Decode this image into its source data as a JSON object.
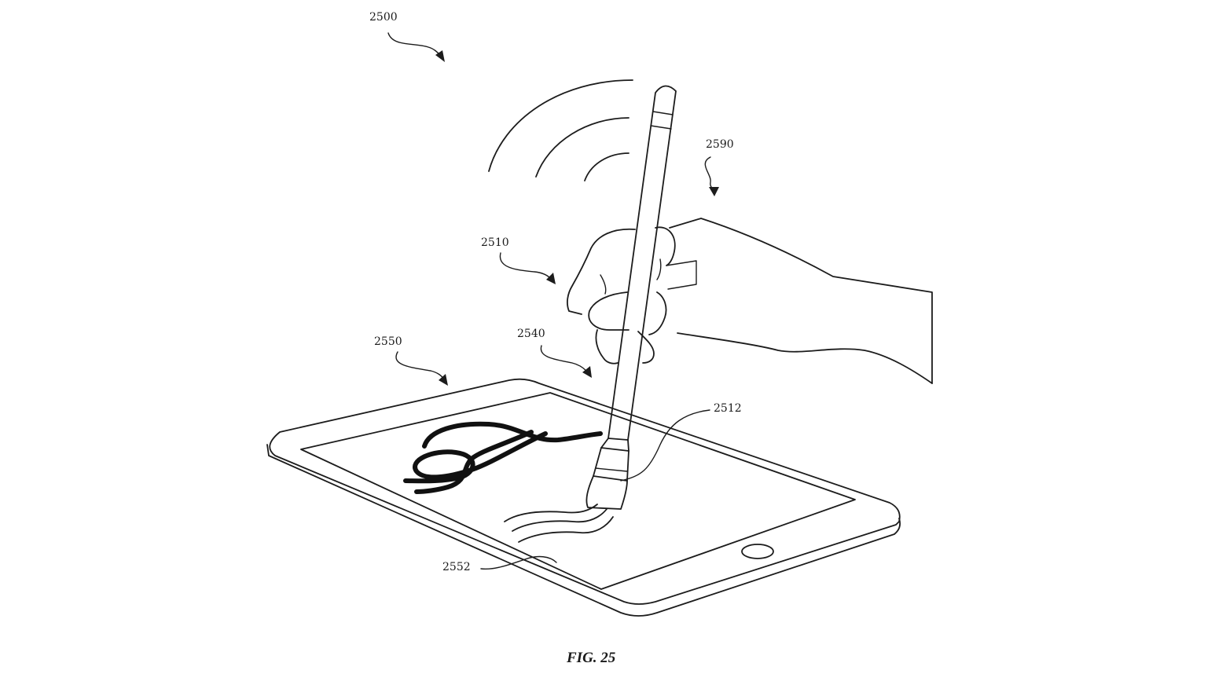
{
  "figure": {
    "caption": "FIG. 25",
    "labels": {
      "system": "2500",
      "signal": "2590",
      "stylus": "2510",
      "brush_tip": "2540",
      "tablet": "2550",
      "tip_element": "2512",
      "surface_strokes": "2552"
    }
  }
}
